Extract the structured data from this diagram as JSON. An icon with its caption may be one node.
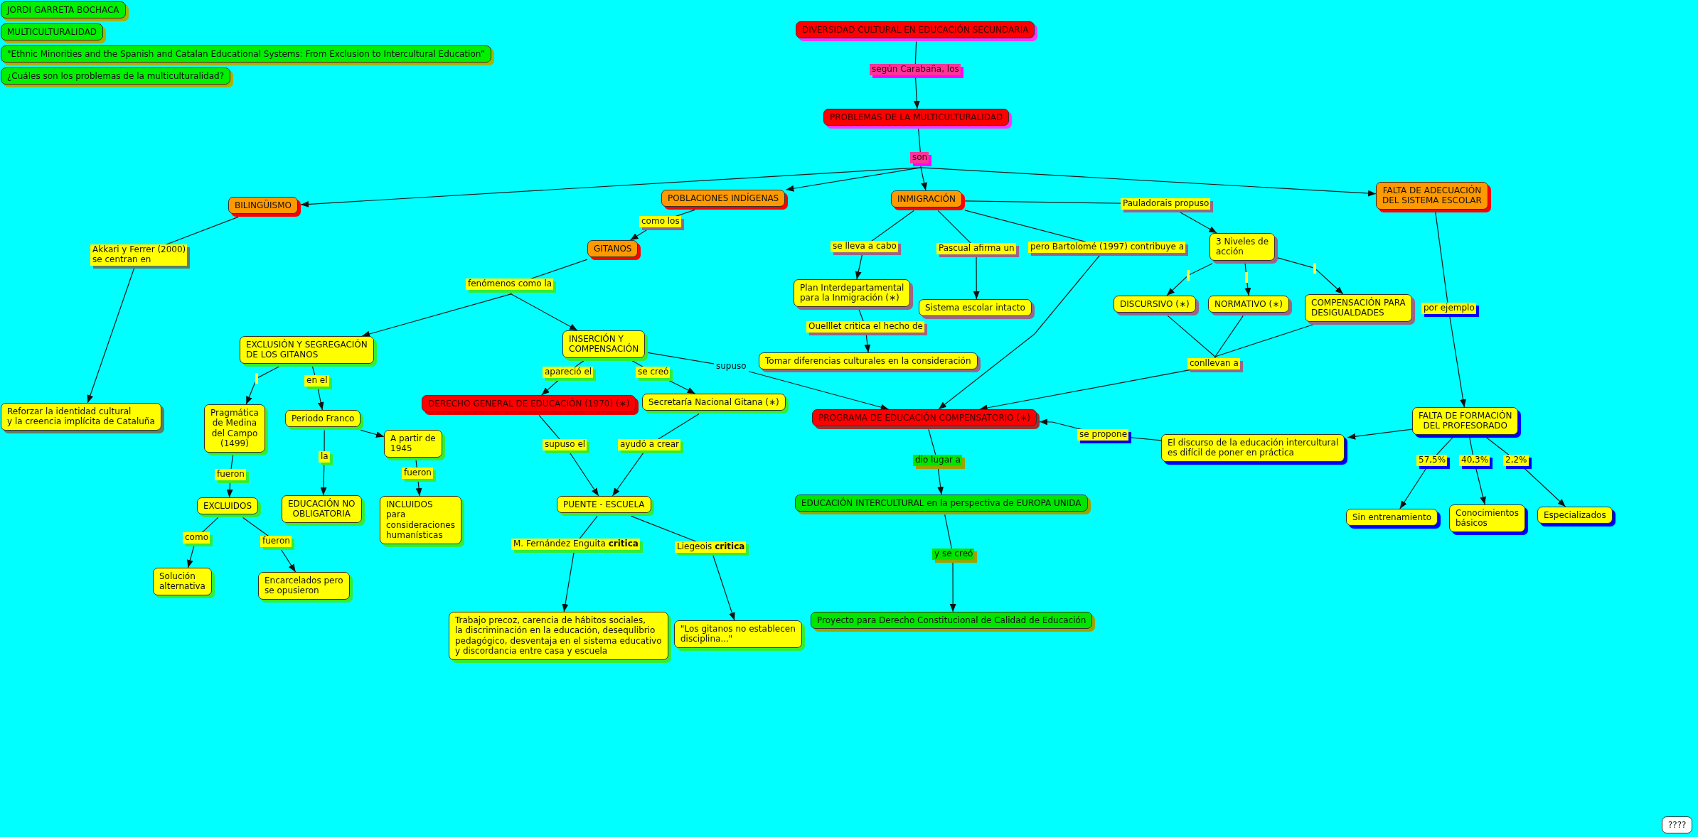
{
  "diagram": {
    "nodes": [
      {
        "text": [
          "JORDI GARRETA BOCHACA"
        ]
      },
      {
        "text": [
          "MULTICULTURALIDAD"
        ]
      },
      {
        "text": [
          "\"Ethnic Minorities and the Spanish and Catalan Educational Systems: From Exclusion to Intercultural Education”"
        ]
      },
      {
        "text": [
          "¿Cuáles son los problemas de la multiculturalidad?"
        ]
      },
      {
        "text": [
          "DIVERSIDAD CULTURAL EN EDUCACIÓN SECUNDARIA"
        ]
      },
      {
        "text": [
          "PROBLEMAS DE LA MULTICULTURALIDAD"
        ]
      },
      {
        "text": [
          "BILINGÜISMO"
        ]
      },
      {
        "text": [
          "POBLACIONES INDÍGENAS"
        ]
      },
      {
        "text": [
          "INMIGRACIÓN"
        ]
      },
      {
        "text": [
          "FALTA DE ADECUACIÓN DEL SISTEMA ESCOLAR"
        ]
      },
      {
        "text": [
          "Reforzar la identidad cultural y la creencia implícita de Cataluña"
        ]
      },
      {
        "text": [
          "GITANOS"
        ]
      },
      {
        "text": [
          "EXCLUSIÓN Y SEGREGACIÓN DE LOS GITANOS"
        ]
      },
      {
        "text": [
          "INSERCIÓN Y COMPENSACIÓN"
        ]
      },
      {
        "text": [],
        "shape": "bar"
      },
      {
        "text": [
          "Pragmática de Medina del Campo (1499)"
        ]
      },
      {
        "text": [
          "Periodo Franco"
        ]
      },
      {
        "text": [
          "EXCLUIDOS"
        ]
      },
      {
        "text": [
          "Solución alternativa"
        ]
      },
      {
        "text": [
          "Encarcelados pero se opusieron"
        ]
      },
      {
        "text": [
          "EDUCACIÓN NO OBLIGATORIA"
        ]
      },
      {
        "text": [
          "A partir de 1945"
        ]
      },
      {
        "text": [
          "INCLUIDOS para consideraciones humanísticas"
        ]
      },
      {
        "text": [
          "DERECHO GENERAL DE EDUCACIÓN (1970) (∗)"
        ]
      },
      {
        "text": [
          "Secretaría Nacional Gitana (∗)"
        ]
      },
      {
        "text": [
          "PUENTE - ESCUELA"
        ]
      },
      {
        "text": [
          "Trabajo precoz, carencia de hábitos sociales, la discriminación en la educación, desequlibrio pedagógico, desventaja en el sistema educativo y discordancia entre casa y escuela"
        ]
      },
      {
        "text": [
          "\"Los gitanos no establecen disciplina...\""
        ]
      },
      {
        "text": [
          "Plan Interdepartamental para la Inmigración (∗)"
        ]
      },
      {
        "text": [
          "Sistema escolar intacto"
        ]
      },
      {
        "text": [
          "Tomar diferencias culturales en la consideración"
        ]
      },
      {
        "text": [
          "3 Niveles de acción"
        ]
      },
      {
        "text": [],
        "shape": "bar"
      },
      {
        "text": [],
        "shape": "bar"
      },
      {
        "text": [],
        "shape": "bar"
      },
      {
        "text": [
          "DISCURSIVO (∗)"
        ]
      },
      {
        "text": [
          "NORMATIVO (∗)"
        ]
      },
      {
        "text": [
          "COMPENSACIÓN PARA DESIGUALDADES"
        ]
      },
      {
        "text": [
          "PROGRAMA DE EDUCACIÓN COMPENSATORIO (∗)"
        ]
      },
      {
        "text": [
          "EDUCACIÓN INTERCULTURAL en la perspectiva de EUROPA UNIDA"
        ]
      },
      {
        "text": [
          "Proyecto para Derecho Constitucional de Calidad de Educación"
        ]
      },
      {
        "text": [
          "FALTA DE FORMACIÓN DEL PROFESORADO"
        ]
      },
      {
        "text": [
          "El discurso de la educación intercultural es difícil de poner en práctica"
        ]
      },
      {
        "text": [
          "Sin entrenamiento"
        ]
      },
      {
        "text": [
          "Conocimientos básicos"
        ]
      },
      {
        "text": [
          "Especializados"
        ]
      },
      {
        "text": [
          "????"
        ]
      }
    ],
    "edges": [
      {
        "from": 4,
        "to": 5,
        "arrow": "to",
        "label": "según Carabaña, los"
      },
      {
        "from": 5,
        "to": 6,
        "arrow": "to",
        "label": "son"
      },
      {
        "from": 5,
        "to": 7,
        "arrow": "to"
      },
      {
        "from": 5,
        "to": 8,
        "arrow": "to"
      },
      {
        "from": 5,
        "to": 9,
        "arrow": "to"
      },
      {
        "from": 6,
        "to": 10,
        "arrow": "to",
        "label": "Akkari y Ferrer (2000) se centran en"
      },
      {
        "from": 7,
        "to": 11,
        "arrow": "to",
        "label": "como los"
      },
      {
        "from": 11,
        "to": 12,
        "arrow": "to",
        "label": "fenómenos como la"
      },
      {
        "from": 11,
        "to": 13,
        "arrow": "to"
      },
      {
        "from": 12,
        "to": 14,
        "arrow": "none"
      },
      {
        "from": 14,
        "to": 15,
        "arrow": "to"
      },
      {
        "from": 12,
        "to": 16,
        "arrow": "to",
        "label": "en el"
      },
      {
        "from": 15,
        "to": 17,
        "arrow": "to",
        "label": "fueron"
      },
      {
        "from": 17,
        "to": 18,
        "arrow": "to",
        "label": "como"
      },
      {
        "from": 17,
        "to": 19,
        "arrow": "to",
        "label": "fueron"
      },
      {
        "from": 16,
        "to": 20,
        "arrow": "to",
        "label": "la"
      },
      {
        "from": 16,
        "to": 21,
        "arrow": "to"
      },
      {
        "from": 21,
        "to": 22,
        "arrow": "to",
        "label": "fueron"
      },
      {
        "from": 13,
        "to": 23,
        "arrow": "to",
        "label": "apareció el"
      },
      {
        "from": 13,
        "to": 24,
        "arrow": "to",
        "label": "se creó"
      },
      {
        "from": 13,
        "to": 38,
        "arrow": "to",
        "label": "supuso"
      },
      {
        "from": 23,
        "to": 25,
        "arrow": "to",
        "label": "supuso el"
      },
      {
        "from": 24,
        "to": 25,
        "arrow": "to",
        "label": "ayudó a crear"
      },
      {
        "from": 25,
        "to": 26,
        "arrow": "to",
        "label": "M. Fernández Enguita **critica**"
      },
      {
        "from": 25,
        "to": 27,
        "arrow": "to",
        "label": "Liegeois **critica**"
      },
      {
        "from": 8,
        "to": 28,
        "arrow": "to",
        "label": "se lleva a cabo"
      },
      {
        "from": 8,
        "to": 29,
        "arrow": "to",
        "label": "Pascual afirma un"
      },
      {
        "from": 8,
        "to": 38,
        "arrow": "to",
        "label": "pero Bartolomé (1997) contribuye a"
      },
      {
        "from": 8,
        "to": 31,
        "arrow": "to",
        "label": "Pauladorais propuso"
      },
      {
        "from": 28,
        "to": 30,
        "arrow": "to",
        "label": "Ouelllet critica el hecho de"
      },
      {
        "from": 31,
        "to": 32,
        "arrow": "none"
      },
      {
        "from": 32,
        "to": 35,
        "arrow": "to"
      },
      {
        "from": 31,
        "to": 33,
        "arrow": "none"
      },
      {
        "from": 33,
        "to": 36,
        "arrow": "to"
      },
      {
        "from": 31,
        "to": 34,
        "arrow": "none"
      },
      {
        "from": 34,
        "to": 37,
        "arrow": "to"
      },
      {
        "from": 35,
        "to": 38,
        "arrow": "to",
        "label": "conllevan a"
      },
      {
        "from": 36,
        "to": 38,
        "arrow": "to"
      },
      {
        "from": 37,
        "to": 38,
        "arrow": "to"
      },
      {
        "from": 38,
        "to": 39,
        "arrow": "to",
        "label": "dio lugar a"
      },
      {
        "from": 39,
        "to": 40,
        "arrow": "to",
        "label": "y se creó"
      },
      {
        "from": 9,
        "to": 41,
        "arrow": "to",
        "label": "por ejemplo"
      },
      {
        "from": 41,
        "to": 42,
        "arrow": "to"
      },
      {
        "from": 42,
        "to": 38,
        "arrow": "to",
        "label": "se propone"
      },
      {
        "from": 41,
        "to": 43,
        "arrow": "to",
        "label": "57,5%"
      },
      {
        "from": 41,
        "to": 44,
        "arrow": "to",
        "label": "40,3%"
      },
      {
        "from": 41,
        "to": 45,
        "arrow": "to",
        "label": "2,2%"
      }
    ]
  }
}
